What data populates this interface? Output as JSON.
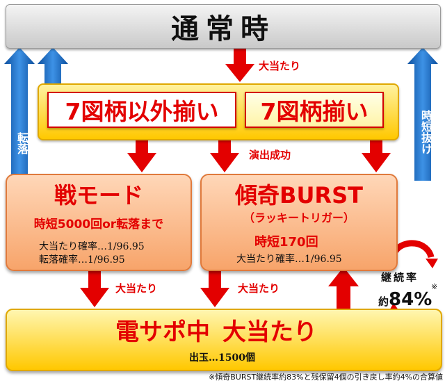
{
  "top": {
    "title": "通常時"
  },
  "top_arrow_label": "大当たり",
  "row7": {
    "left": "7図柄以外揃い",
    "right": "7図柄揃い",
    "arrow_label": "演出成功"
  },
  "side_left": "転落",
  "side_right": "時短抜け",
  "sen": {
    "title": "戦モード",
    "sub": "時短5000回or転落まで",
    "line1": "大当たり確率…1/96.95",
    "line2": "転落確率…1/96.95"
  },
  "burst": {
    "title": "傾奇BURST",
    "sub": "（ラッキートリガー）",
    "jitan": "時短170回",
    "line1": "大当たり確率…1/96.95"
  },
  "arrow_labels": {
    "left": "大当たり",
    "mid": "大当たり"
  },
  "rate": {
    "label": "継続率",
    "prefix": "約",
    "value": "84%",
    "mark": "※"
  },
  "bottom": {
    "title_a": "電サポ中",
    "title_b": "大当たり",
    "payout": "出玉…1500個"
  },
  "footnote": "※傾奇BURST継続率約83%と残保留4個の引き戻し率約4%の合算値",
  "colors": {
    "red": "#e30000",
    "blue": "#1e6fc4",
    "yellow": "#ffc800",
    "orange": "#f7a46a"
  }
}
